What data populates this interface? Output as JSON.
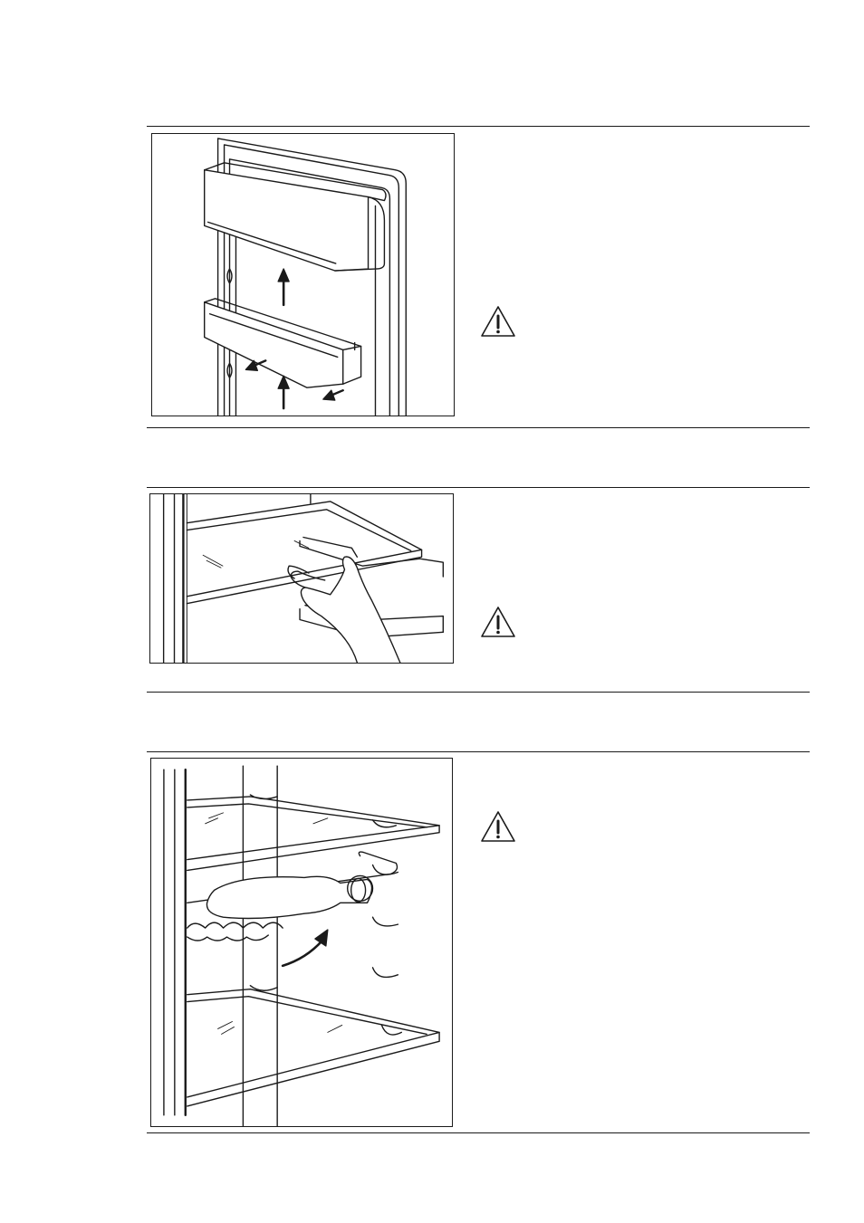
{
  "page": {
    "background": "#ffffff",
    "ink_color": "#1a1a1a"
  },
  "sections": [
    {
      "figure_icon": "door-bins-removal-illustration",
      "warning_icon": "warning-triangle-icon"
    },
    {
      "figure_icon": "glass-shelf-removal-illustration",
      "warning_icon": "warning-triangle-icon"
    },
    {
      "figure_icon": "bottle-rack-illustration",
      "warning_icon": "warning-triangle-icon"
    }
  ]
}
